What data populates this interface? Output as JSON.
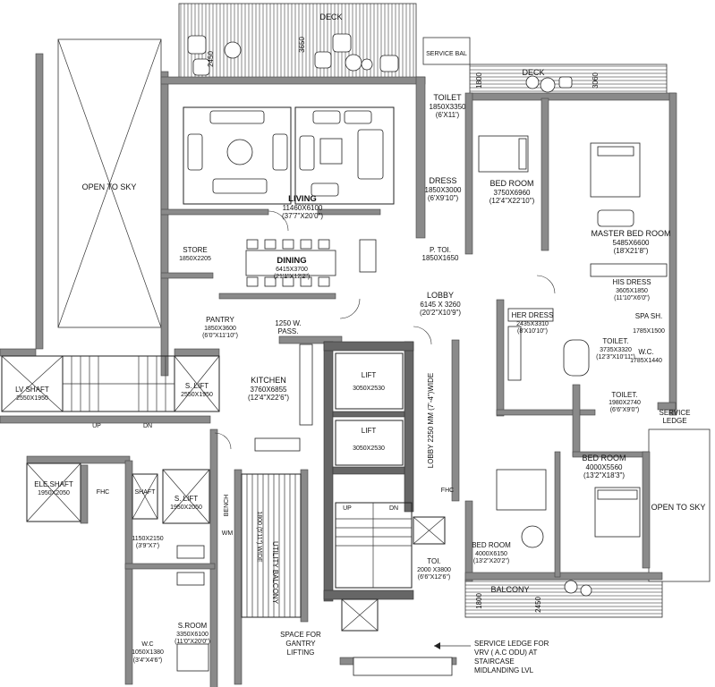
{
  "rooms": {
    "deck_top": {
      "name": "DECK",
      "dim_a": "2450",
      "dim_b": "3650"
    },
    "deck_right": {
      "name": "DECK",
      "dim_a": "1800",
      "dim_b": "3060"
    },
    "service_bal": {
      "name": "SERVICE BAL"
    },
    "open_to_sky_left": {
      "name": "OPEN TO SKY"
    },
    "open_to_sky_right": {
      "name": "OPEN TO SKY"
    },
    "living": {
      "name": "LIVING",
      "dim": "11460X6100",
      "ft": "(37'7\"X20'0\")"
    },
    "toilet_top": {
      "name": "TOILET",
      "dim": "1850X3350",
      "ft": "(6'X11')"
    },
    "dress": {
      "name": "DRESS",
      "dim": "1850X3000",
      "ft": "(6'X9'10\")"
    },
    "p_toi": {
      "name": "P. TOI.",
      "dim": "1850X1650"
    },
    "bed_room_1": {
      "name": "BED ROOM",
      "dim": "3750X6960",
      "ft": "(12'4\"X22'10\")"
    },
    "master_bed_room": {
      "name": "MASTER BED ROOM",
      "dim": "5485X6600",
      "ft": "(18'X21'8\")"
    },
    "store": {
      "name": "STORE",
      "dim": "1850X2205"
    },
    "dining": {
      "name": "DINING",
      "dim": "6415X3700",
      "ft": "(21'1\"X12'2\")"
    },
    "lobby": {
      "name": "LOBBY",
      "dim": "6145 X 3260",
      "ft": "(20'2\"X10'9\")"
    },
    "his_dress": {
      "name": "HIS DRESS",
      "dim": "3605X1850",
      "ft": "(11'10\"X6'0\")"
    },
    "pantry": {
      "name": "PANTRY",
      "dim": "1850X3600",
      "ft": "(6'0\"X11'10\")"
    },
    "w_pass": {
      "name": "1250 W.",
      "sub": "PASS."
    },
    "her_dress": {
      "name": "HER DRESS",
      "dim": "2435X3310",
      "ft": "(8'X10'10\")"
    },
    "spa_sh": {
      "name": "SPA SH.",
      "dim": "1785X1500"
    },
    "toilet_master": {
      "name": "TOILET.",
      "dim": "3735X3320",
      "ft": "(12'3\"X10'11\")"
    },
    "wc_master": {
      "name": "W.C.",
      "dim": "1785X1440"
    },
    "lv_shaft": {
      "name": "LV SHAFT",
      "dim": "2550X1950"
    },
    "s_lift_top": {
      "name": "S. LIFT",
      "dim": "2550X1950"
    },
    "kitchen": {
      "name": "KITCHEN",
      "dim": "3760X6855",
      "ft": "(12'4\"X22'6\")"
    },
    "lift_1": {
      "name": "LIFT",
      "dim": "3050X2530"
    },
    "lift_2": {
      "name": "LIFT",
      "dim": "3050X2530"
    },
    "lobby_corridor": {
      "name": "LOBBY 2250 MM (7'-4\")WIDE"
    },
    "toilet_right": {
      "name": "TOILET.",
      "dim": "1980X2740",
      "ft": "(6'6\"X9'0\")"
    },
    "service_ledge": {
      "name": "SERVICE",
      "sub": "LEDGE"
    },
    "bed_room_2": {
      "name": "BED ROOM",
      "dim": "4000X5560",
      "ft": "(13'2\"X18'3\")"
    },
    "ele_shaft": {
      "name": "ELE.SHAFT",
      "dim": "1950X2050"
    },
    "fhc_left": {
      "name": "FHC"
    },
    "shaft": {
      "name": "SHAFT"
    },
    "s_lift_bottom": {
      "name": "S. LIFT",
      "dim": "1950X2050"
    },
    "bench": {
      "name": "BENCH"
    },
    "wm": {
      "name": "WM"
    },
    "utility_balcony": {
      "name": "UTILITY BALCONY",
      "sub": "1800 (5'11\") WIDE"
    },
    "fhc_right": {
      "name": "FHC"
    },
    "bed_room_3": {
      "name": "BED ROOM",
      "dim": "4000X6150",
      "ft": "(13'2\"X20'2\")"
    },
    "toi_small": {
      "name": "TOI.",
      "dim": "2000 X3800",
      "ft": "(6'6\"X12'6\")"
    },
    "balcony": {
      "name": "BALCONY",
      "dim_a": "1800",
      "dim_b": "2450"
    },
    "s_room": {
      "name": "S.ROOM",
      "dim": "3350X6100",
      "ft": "(11'0\"X20'0\")"
    },
    "wc_servant": {
      "name": "W.C",
      "dim": "1050X1380",
      "ft": "(3'4\"X4'6\")"
    },
    "servant_small": {
      "dim": "1150X2150",
      "ft": "(3'9\"X7')"
    },
    "space_gantry": {
      "name": "SPACE FOR",
      "sub": "GANTRY",
      "sub2": "LIFTING"
    },
    "stair_up_left": {
      "name": "UP"
    },
    "stair_dn_left": {
      "name": "DN"
    },
    "stair_up_right": {
      "name": "UP"
    },
    "stair_dn_right": {
      "name": "DN"
    }
  },
  "notes": {
    "service_ledge_vrv": [
      "SERVICE LEDGE FOR",
      "VRV ( A.C ODU)  AT",
      "STAIRCASE",
      "MIDLANDING LVL"
    ]
  }
}
